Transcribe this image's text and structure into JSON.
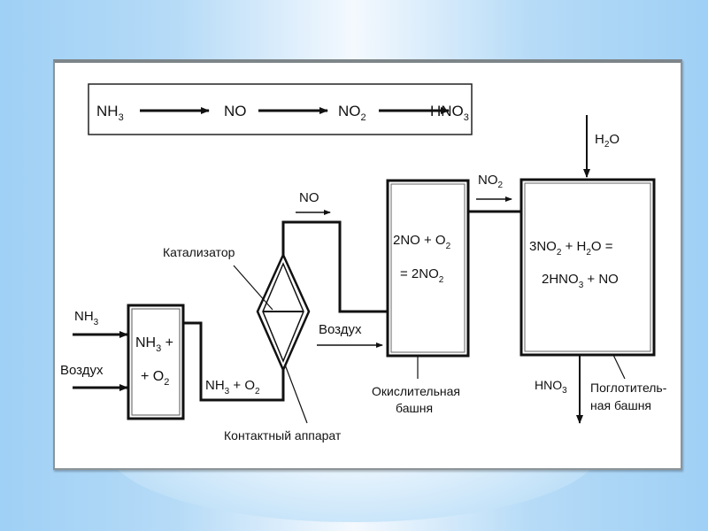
{
  "slide": {
    "background_accent": "#a0d0f5",
    "panel_color": "#ffffff"
  },
  "scheme": {
    "top_chain": [
      "NH3",
      "NO",
      "NO2",
      "HNO3"
    ],
    "top_chain_labels": {
      "nh3": {
        "main": "NH",
        "sub": "3"
      },
      "no": {
        "main": "NO"
      },
      "no2": {
        "main": "NO",
        "sub": "2"
      },
      "hno3": {
        "main": "HNO",
        "sub": "3"
      }
    }
  },
  "inputs": {
    "nh3": {
      "main": "NH",
      "sub": "3"
    },
    "air1": "Воздух",
    "air2": "Воздух",
    "h2o": {
      "main": "H",
      "sub": "2",
      "tail": "O"
    }
  },
  "mixer": {
    "line1": {
      "main": "NH",
      "sub": "3",
      "tail": " +"
    },
    "line2": {
      "main": "+ O",
      "sub": "2"
    }
  },
  "pipe_label_mix": {
    "a": "NH",
    "sub1": "3",
    "b": " + O",
    "sub2": "2"
  },
  "contact": {
    "catalyst_label": "Катализатор",
    "apparatus_label": "Контактный аппарат"
  },
  "flow_no": "NO",
  "oxidation_tower": {
    "eq_line1": {
      "a": "2NO + O",
      "sub": "2"
    },
    "eq_line2": {
      "a": "= 2NO",
      "sub": "2"
    },
    "label_line1": "Окислительная",
    "label_line2": "башня"
  },
  "flow_no2": {
    "main": "NO",
    "sub": "2"
  },
  "absorption_tower": {
    "eq_line1": {
      "a": "3NO",
      "sub1": "2",
      "b": " + H",
      "sub2": "2",
      "c": "O ="
    },
    "eq_line2": {
      "a": "2HNO",
      "sub": "3",
      "b": " + NO"
    },
    "label_line1": "Поглотитель-",
    "label_line2": "ная  башня"
  },
  "output_hno3": {
    "main": "HNO",
    "sub": "3"
  }
}
